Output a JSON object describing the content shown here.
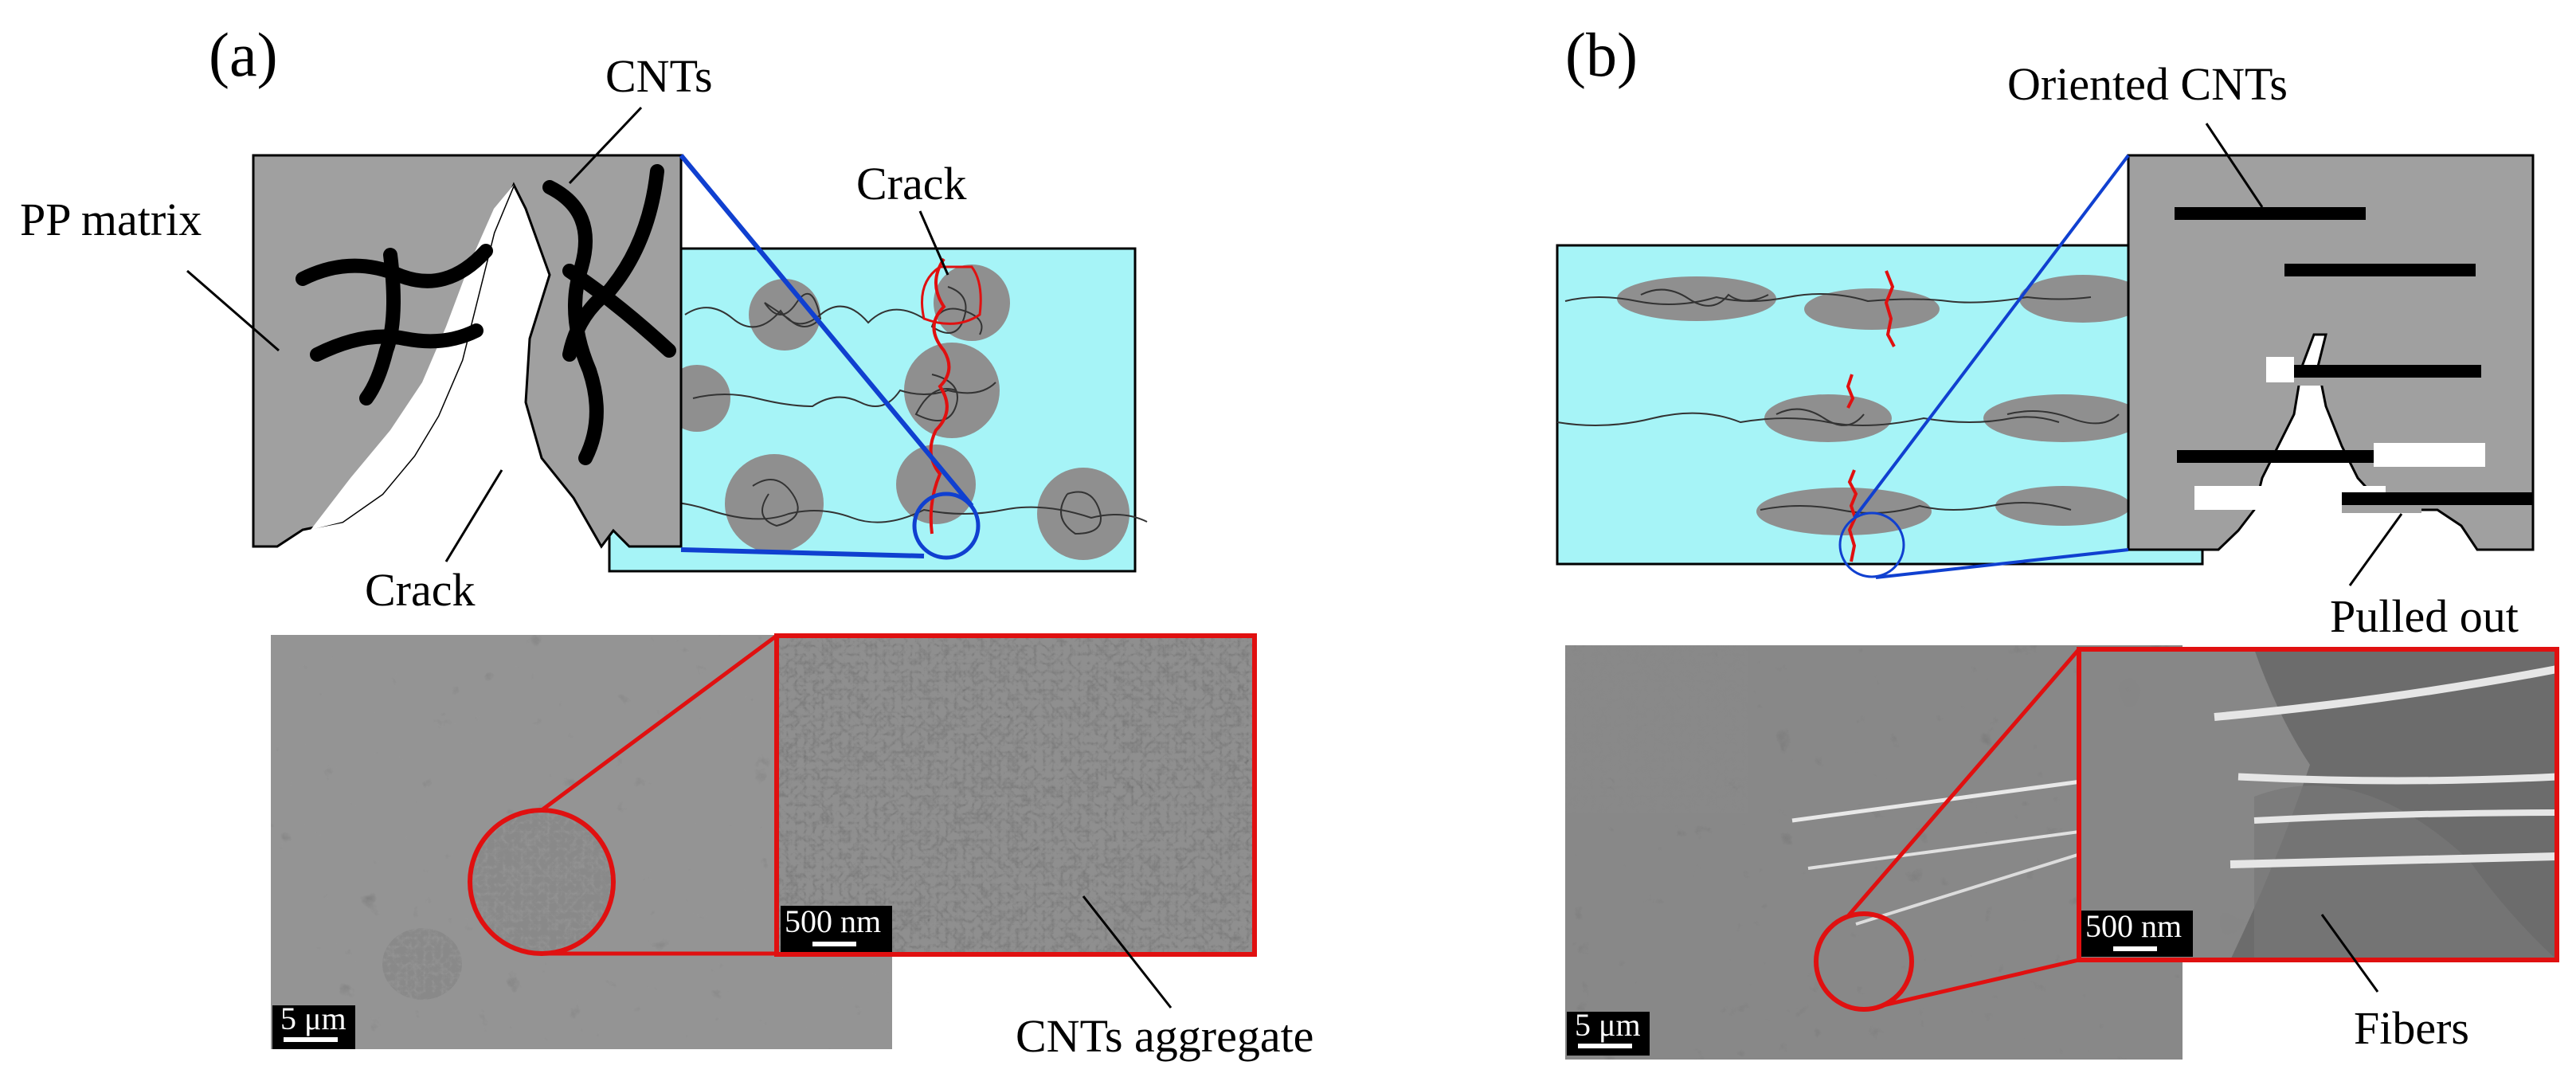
{
  "panel_a": {
    "tag": "(a)",
    "labels": {
      "cnts": "CNTs",
      "pp_matrix": "PP matrix",
      "crack_left": "Crack",
      "crack_right": "Crack",
      "aggregate": "CNTs aggregate"
    },
    "sem_overview_scale": "5 μm",
    "sem_zoom_scale": "500 nm"
  },
  "panel_b": {
    "tag": "(b)",
    "labels": {
      "oriented": "Oriented CNTs",
      "pulled": "Pulled out",
      "fibers": "Fibers"
    },
    "sem_overview_scale": "5 μm",
    "sem_zoom_scale": "500 nm"
  },
  "colors": {
    "matrix_fill": "#a6f4f7",
    "aggregate_fill": "#8f8f8f",
    "gray_block": "#a0a0a0",
    "crack_red": "#e01010",
    "zoom_blue": "#1040d0",
    "sem_frame_red": "#e01010"
  }
}
